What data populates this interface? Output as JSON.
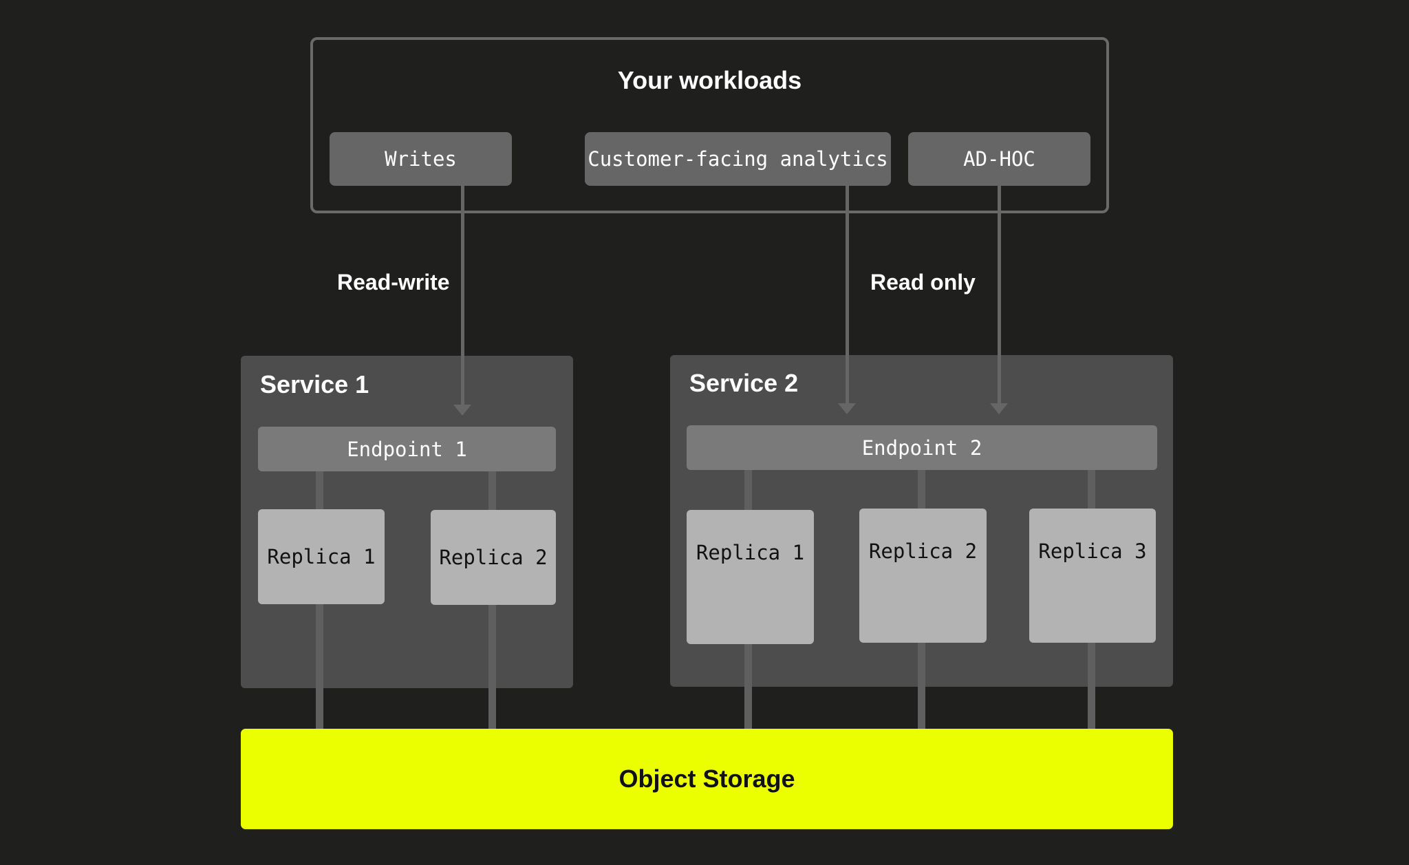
{
  "workloads": {
    "title": "Your workloads",
    "items": [
      {
        "label": "Writes"
      },
      {
        "label": "Customer-facing analytics"
      },
      {
        "label": "AD-HOC"
      }
    ]
  },
  "access_labels": {
    "read_write": "Read-write",
    "read_only": "Read only"
  },
  "services": [
    {
      "title": "Service 1",
      "endpoint": "Endpoint 1",
      "replicas": [
        "Replica 1",
        "Replica 2"
      ]
    },
    {
      "title": "Service 2",
      "endpoint": "Endpoint 2",
      "replicas": [
        "Replica 1",
        "Replica 2",
        "Replica 3"
      ]
    }
  ],
  "storage": {
    "label": "Object Storage"
  },
  "colors": {
    "background": "#1f201e",
    "workload_box": "#666666",
    "service_box": "#4d4d4d",
    "endpoint_box": "#7a7a7a",
    "replica_box": "#b3b3b3",
    "storage": "#ebff00",
    "line": "#666666"
  }
}
